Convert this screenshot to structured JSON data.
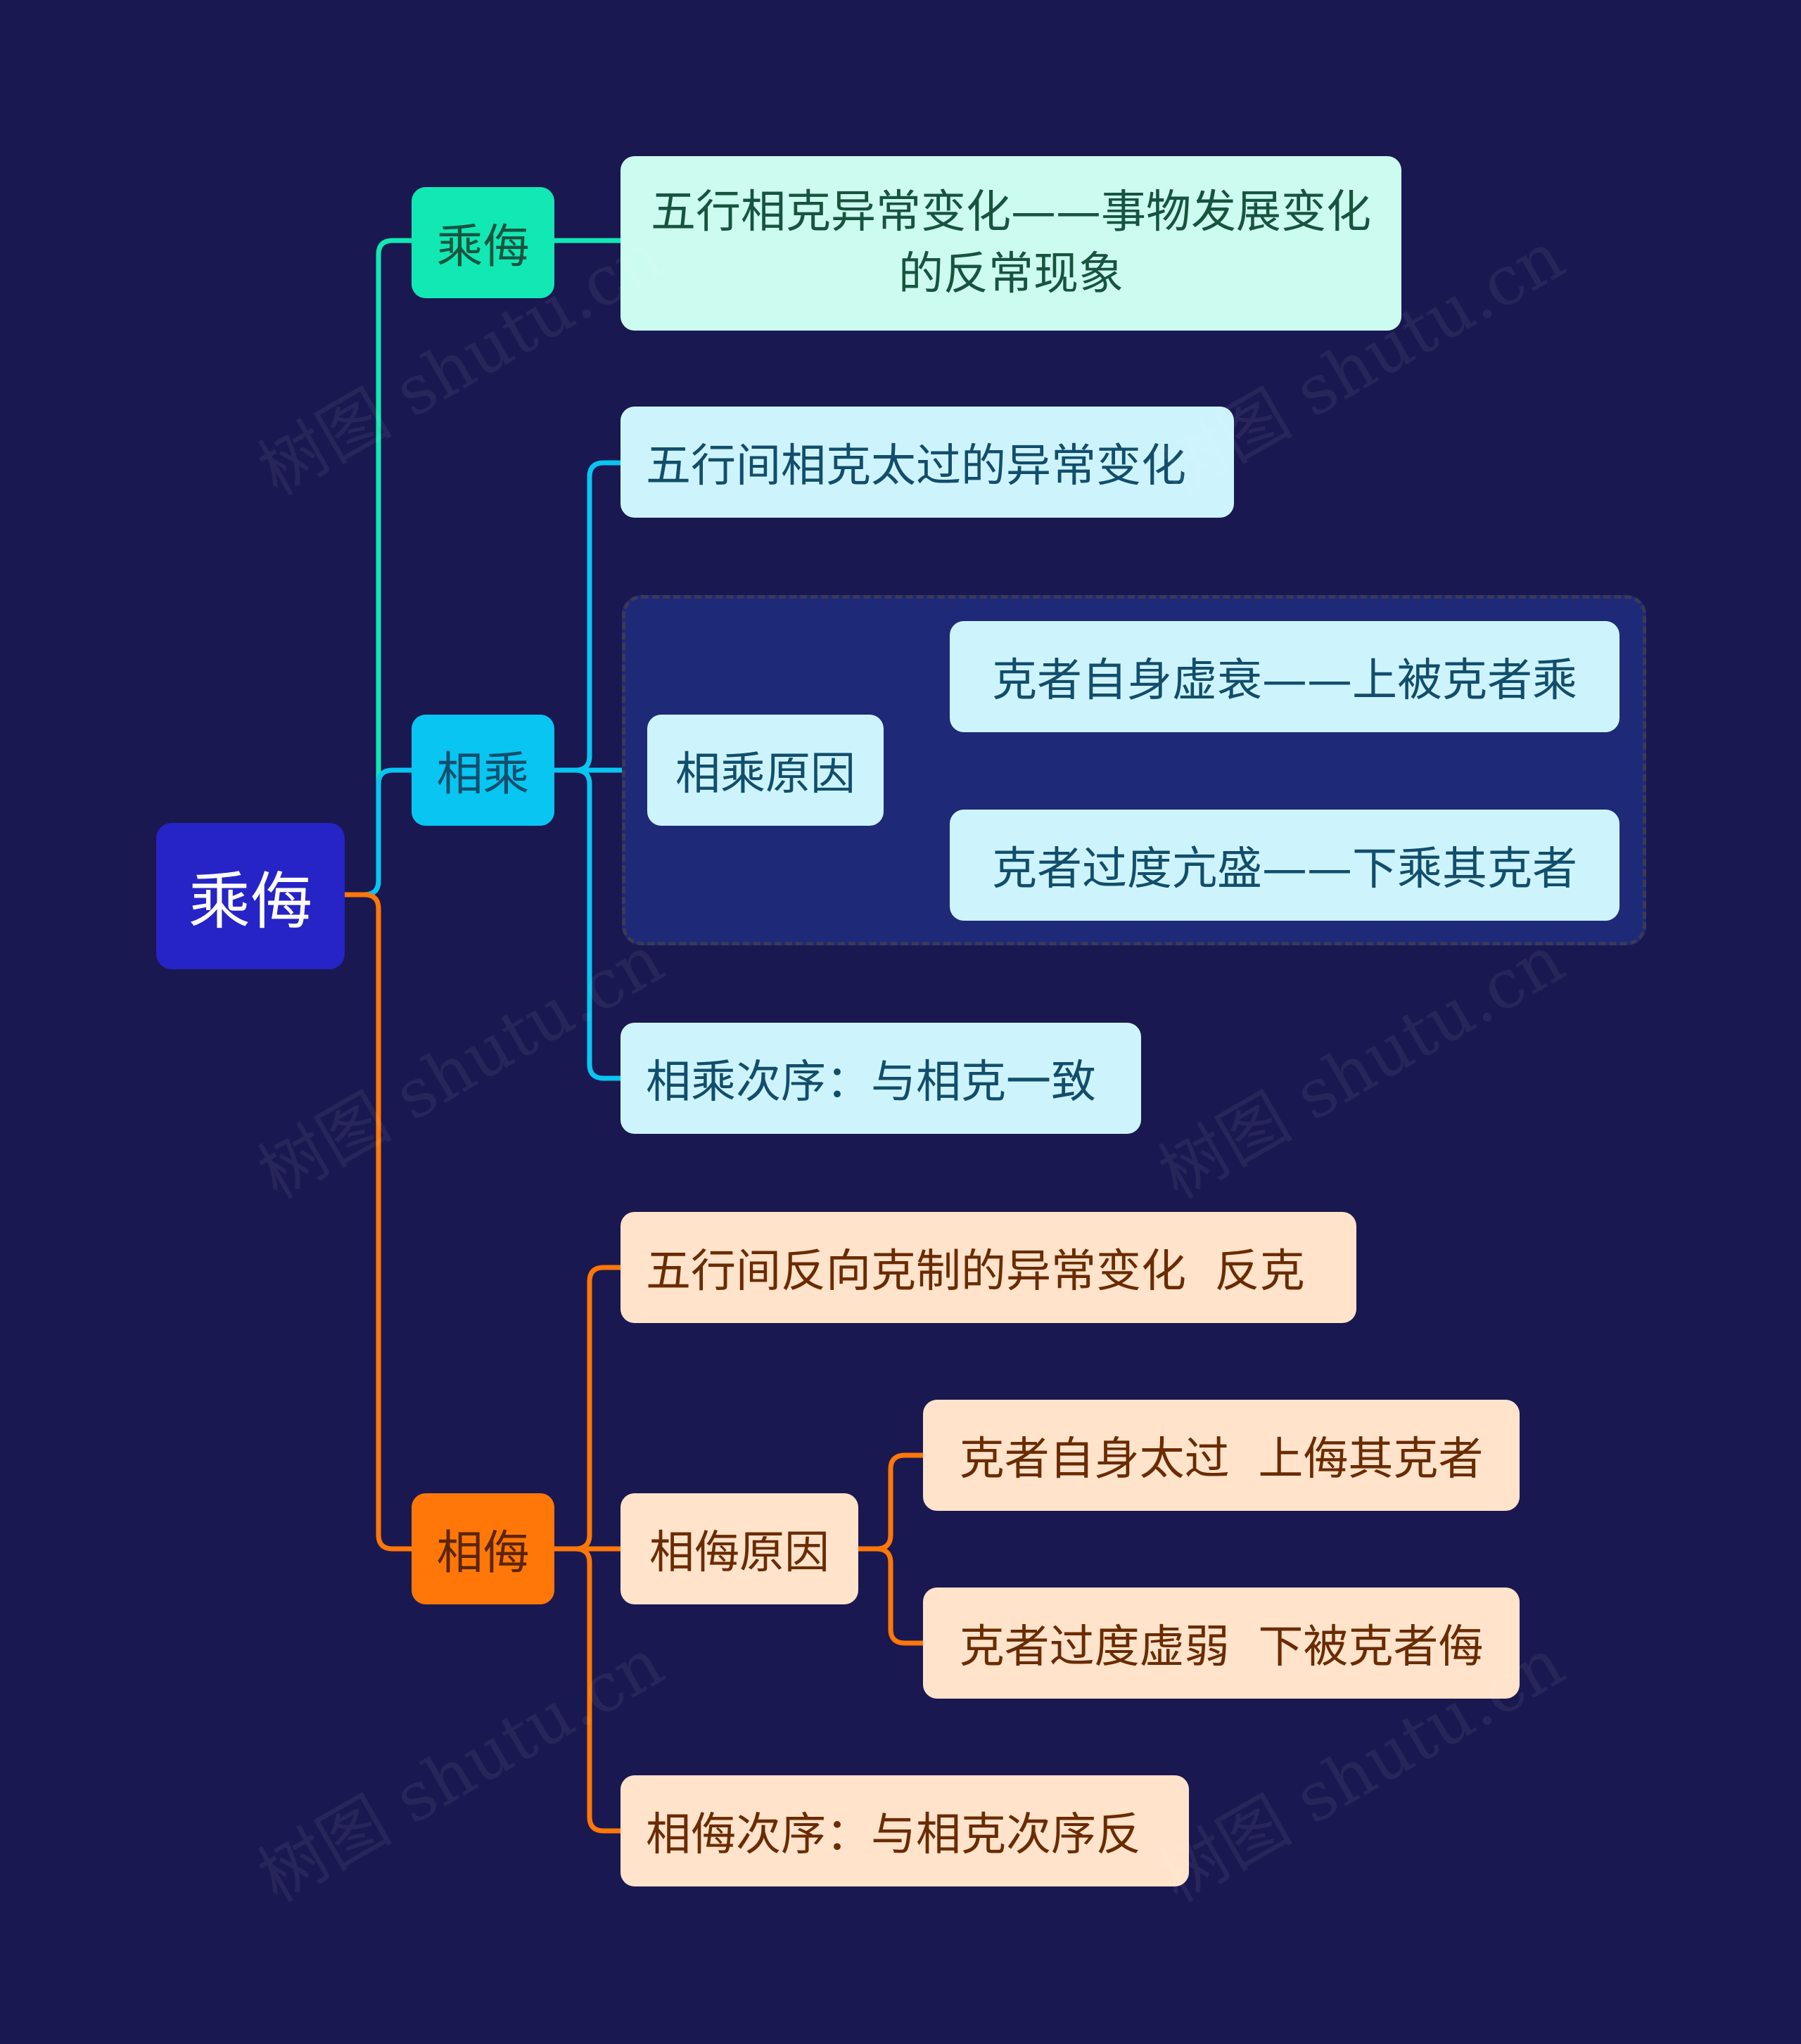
{
  "root": {
    "label": "乘侮"
  },
  "branches": {
    "chengwu": {
      "label": "乘侮",
      "description": "五行相克异常变化——事物发展变化的反常现象"
    },
    "xiangcheng": {
      "label": "相乘",
      "definition": "五行间相克太过的异常变化",
      "cause": {
        "label": "相乘原因",
        "items": [
          "克者自身虚衰——上被克者乘",
          "克者过度亢盛——下乘其克者"
        ]
      },
      "order": "相乘次序：与相克一致"
    },
    "xiangwu": {
      "label": "相侮",
      "definition": "五行间反向克制的异常变化  反克",
      "cause": {
        "label": "相侮原因",
        "items": [
          "克者自身太过  上侮其克者",
          "克者过度虚弱  下被克者侮"
        ]
      },
      "order": "相侮次序：与相克次序反"
    }
  },
  "watermark": "树图 shutu.cn",
  "colors": {
    "background": "#1a1850",
    "root": "#2624c6",
    "green": "#12e8b3",
    "cyan": "#08c5f1",
    "orange": "#ff7708",
    "summary_box": "#1e2a78"
  }
}
